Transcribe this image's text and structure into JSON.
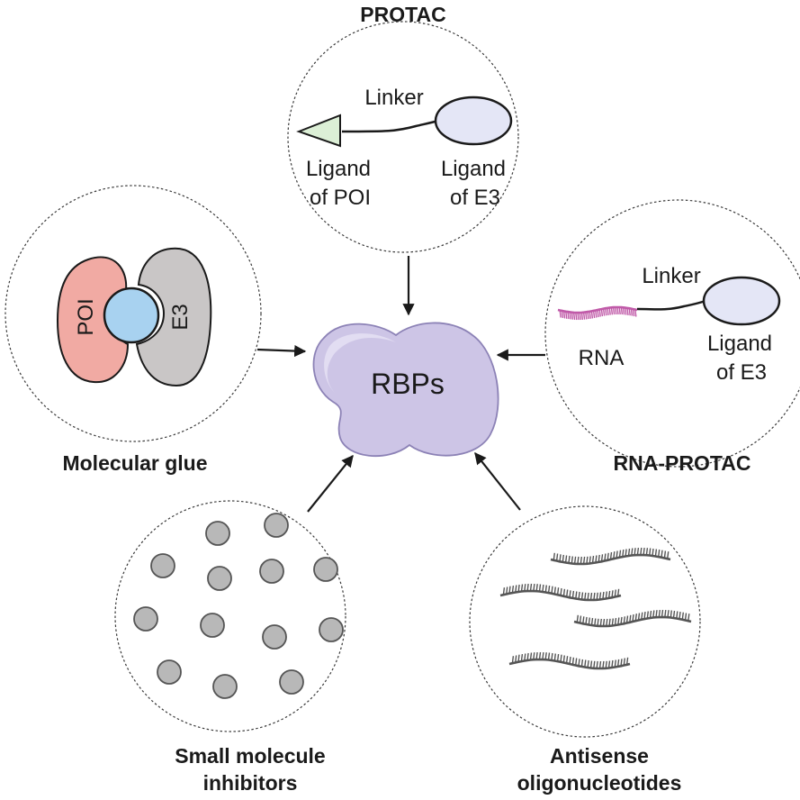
{
  "center": {
    "label": "RBPs"
  },
  "protac": {
    "title": "PROTAC",
    "linker": "Linker",
    "ligand_poi": [
      "Ligand",
      "of POI"
    ],
    "ligand_e3": [
      "Ligand",
      "of E3"
    ]
  },
  "molecular_glue": {
    "title": "Molecular glue",
    "poi": "POI",
    "e3": "E3"
  },
  "rna_protac": {
    "title": "RNA-PROTAC",
    "linker": "Linker",
    "rna": "RNA",
    "ligand_e3": [
      "Ligand",
      "of E3"
    ]
  },
  "small_molecule": {
    "title": [
      "Small molecule",
      "inhibitors"
    ]
  },
  "antisense": {
    "title": [
      "Antisense",
      "oligonucleotides"
    ]
  },
  "colors": {
    "rbp_fill": "#cdc5e6",
    "poi_ligand_fill": "#dcefd6",
    "e3_ligand_fill": "#e4e6f6",
    "poi_fill": "#f1aaa3",
    "e3_fill": "#c9c6c6",
    "glue_fill": "#a8d2f0",
    "rna_color": "#c05aa8",
    "molecule_fill": "#b8b8b8",
    "oligo_color": "#555555"
  }
}
